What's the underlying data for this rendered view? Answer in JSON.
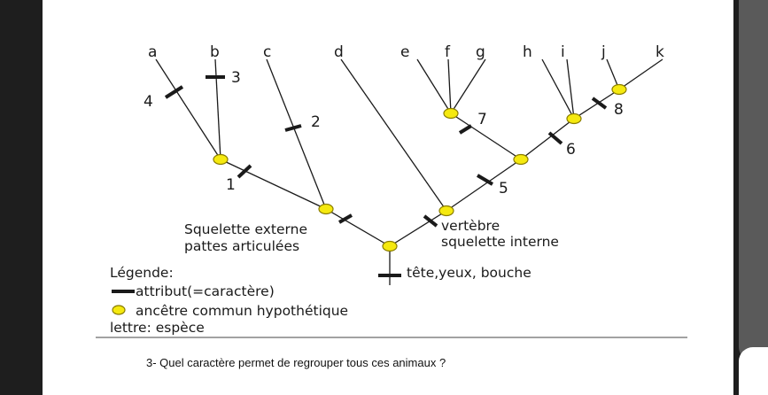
{
  "tree": {
    "species": [
      "a",
      "b",
      "c",
      "d",
      "e",
      "f",
      "g",
      "h",
      "i",
      "j",
      "k"
    ],
    "character_numbers": [
      "1",
      "2",
      "3",
      "4",
      "5",
      "6",
      "7",
      "8"
    ],
    "labels": {
      "left_node_line1": "Squelette externe",
      "left_node_line2": "pattes articulées",
      "right_node_line1": "vertèbre",
      "right_node_line2": "squelette interne",
      "root": "tête,yeux, bouche"
    }
  },
  "legend": {
    "title": "Légende:",
    "attribute": "attribut(=caractère)",
    "ancestor": "ancêtre commun hypothétique",
    "letter": "lettre: espèce"
  },
  "question": "3-  Quel caractère permet de regrouper tous ces animaux ?",
  "colors": {
    "node_fill": "#f5e90f",
    "node_stroke": "#8a7d00",
    "line": "#1a1a1a",
    "side_panel": "#5a5a5a"
  }
}
